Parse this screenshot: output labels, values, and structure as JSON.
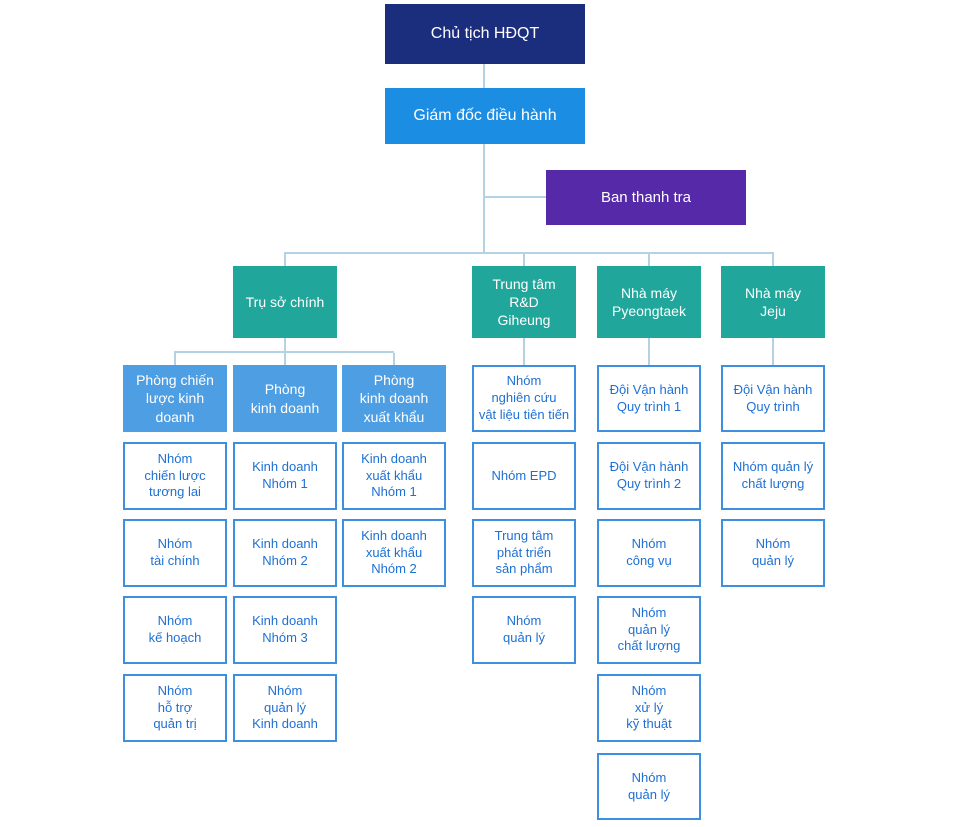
{
  "chart_type": "org-chart",
  "colors": {
    "bg": "#FFFFFF",
    "navy": "#1B2E7E",
    "blue": "#1B8DE3",
    "purple": "#5529A8",
    "teal": "#20A69A",
    "lightblue": "#4D9EE2",
    "team_border": "#3E8FE0",
    "team_text": "#1E70D4",
    "connector": "#B3D3E5"
  },
  "org": {
    "chairman": "Chủ tịch HĐQT",
    "executive_director": "Giám đốc điều hành",
    "audit_board": "Ban thanh tra",
    "branches": [
      {
        "label": "Trụ sở chính",
        "departments": [
          {
            "label": "Phòng chiến\nlược kinh\ndoanh",
            "teams": [
              "Nhóm\nchiến lược\ntương lai",
              "Nhóm\ntài chính",
              "Nhóm\nkế hoạch",
              "Nhóm\nhỗ trợ\nquản trị"
            ]
          },
          {
            "label": "Phòng\nkinh doanh",
            "teams": [
              "Kinh doanh\nNhóm 1",
              "Kinh doanh\nNhóm 2",
              "Kinh doanh\nNhóm 3",
              "Nhóm\nquản lý\nKinh doanh"
            ]
          },
          {
            "label": "Phòng\nkinh doanh\nxuất khẩu",
            "teams": [
              "Kinh doanh\nxuất khẩu\nNhóm 1",
              "Kinh doanh\nxuất khẩu\nNhóm 2"
            ]
          }
        ]
      },
      {
        "label": "Trung tâm\nR&D\nGiheung",
        "teams": [
          "Nhóm\nnghiên cứu\nvật liệu tiên tiến",
          "Nhóm EPD",
          "Trung tâm\nphát triển\nsản phẩm",
          "Nhóm\nquản lý"
        ]
      },
      {
        "label": "Nhà máy\nPyeongtaek",
        "teams": [
          "Đội Vận hành\nQuy trình 1",
          "Đội Vận hành\nQuy trình 2",
          "Nhóm\ncông vụ",
          "Nhóm\nquản lý\nchất lượng",
          "Nhóm\nxử lý\nkỹ thuật",
          "Nhóm\nquản lý"
        ]
      },
      {
        "label": "Nhà máy\nJeju",
        "teams": [
          "Đội Vận hành\nQuy trình",
          "Nhóm quản lý\nchất lượng",
          "Nhóm\nquản lý"
        ]
      }
    ]
  }
}
